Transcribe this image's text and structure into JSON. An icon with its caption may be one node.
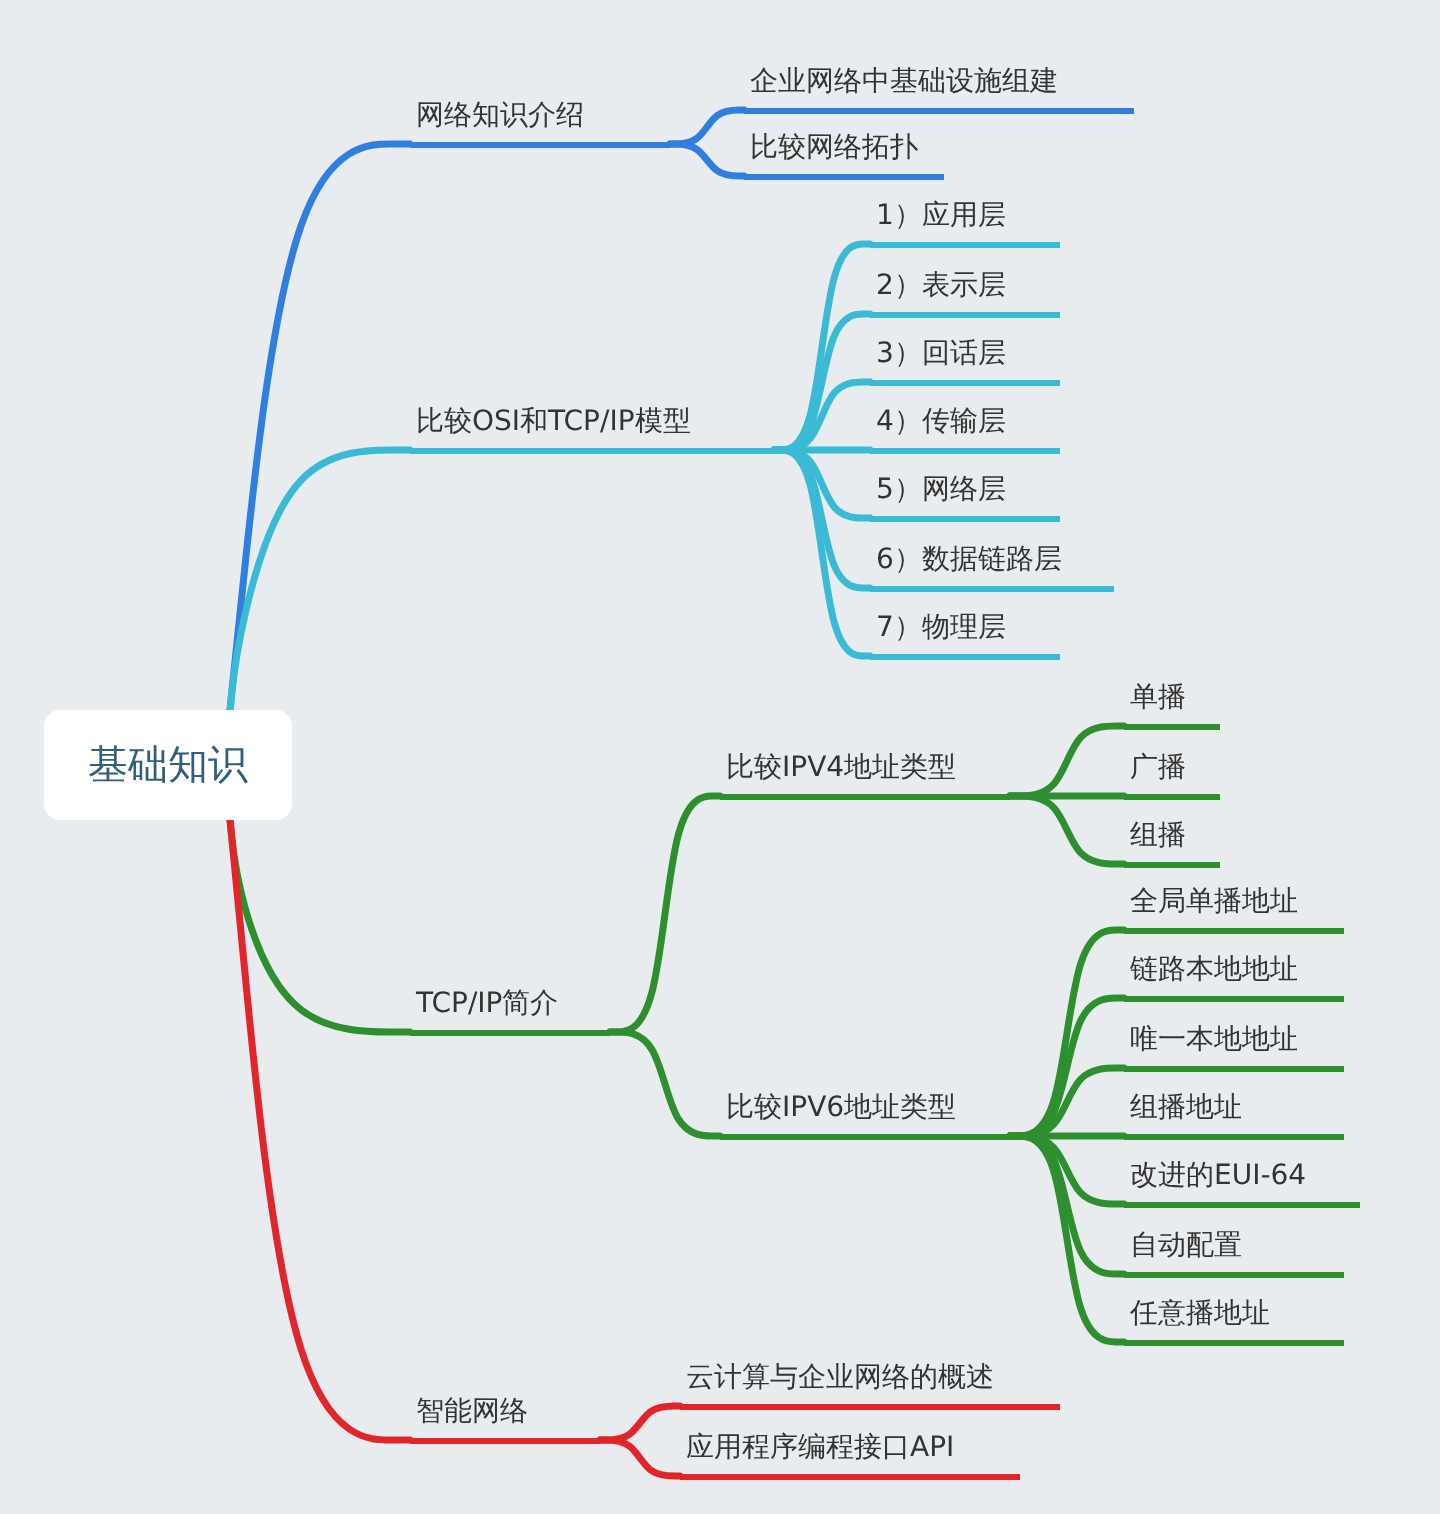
{
  "diagram": {
    "nodes": [
      {
        "text": [
          "基础知识"
        ]
      },
      {
        "text": [
          "网络知识介绍"
        ]
      },
      {
        "text": [
          "企业网络中基础设施组建"
        ]
      },
      {
        "text": [
          "比较网络拓扑"
        ]
      },
      {
        "text": [
          "比较OSI和TCP/IP模型"
        ]
      },
      {
        "text": [
          "1）应用层"
        ]
      },
      {
        "text": [
          "2）表示层"
        ]
      },
      {
        "text": [
          "3）回话层"
        ]
      },
      {
        "text": [
          "4）传输层"
        ]
      },
      {
        "text": [
          "5）网络层"
        ]
      },
      {
        "text": [
          "6）数据链路层"
        ]
      },
      {
        "text": [
          "7）物理层"
        ]
      },
      {
        "text": [
          "TCP/IP简介"
        ]
      },
      {
        "text": [
          "比较IPV4地址类型"
        ]
      },
      {
        "text": [
          "单播"
        ]
      },
      {
        "text": [
          "广播"
        ]
      },
      {
        "text": [
          "组播"
        ]
      },
      {
        "text": [
          "比较IPV6地址类型"
        ]
      },
      {
        "text": [
          "全局单播地址"
        ]
      },
      {
        "text": [
          "链路本地地址"
        ]
      },
      {
        "text": [
          "唯一本地地址"
        ]
      },
      {
        "text": [
          "组播地址"
        ]
      },
      {
        "text": [
          "改进的EUI-64"
        ]
      },
      {
        "text": [
          "自动配置"
        ]
      },
      {
        "text": [
          "任意播地址"
        ]
      },
      {
        "text": [
          "智能网络"
        ]
      },
      {
        "text": [
          "云计算与企业网络的概述"
        ]
      },
      {
        "text": [
          "应用程序编程接口API"
        ]
      }
    ],
    "edges": [
      {
        "from": 0,
        "to": 1,
        "arrow": "none",
        "color": "#2f7fe0"
      },
      {
        "from": 1,
        "to": 2,
        "arrow": "none",
        "color": "#2f7fe0"
      },
      {
        "from": 1,
        "to": 3,
        "arrow": "none",
        "color": "#2f7fe0"
      },
      {
        "from": 0,
        "to": 4,
        "arrow": "none",
        "color": "#3bbad6"
      },
      {
        "from": 4,
        "to": 5,
        "arrow": "none",
        "color": "#3bbad6"
      },
      {
        "from": 4,
        "to": 6,
        "arrow": "none",
        "color": "#3bbad6"
      },
      {
        "from": 4,
        "to": 7,
        "arrow": "none",
        "color": "#3bbad6"
      },
      {
        "from": 4,
        "to": 8,
        "arrow": "none",
        "color": "#3bbad6"
      },
      {
        "from": 4,
        "to": 9,
        "arrow": "none",
        "color": "#3bbad6"
      },
      {
        "from": 4,
        "to": 10,
        "arrow": "none",
        "color": "#3bbad6"
      },
      {
        "from": 4,
        "to": 11,
        "arrow": "none",
        "color": "#3bbad6"
      },
      {
        "from": 0,
        "to": 12,
        "arrow": "none",
        "color": "#2e8f2e"
      },
      {
        "from": 12,
        "to": 13,
        "arrow": "none",
        "color": "#2e8f2e"
      },
      {
        "from": 13,
        "to": 14,
        "arrow": "none",
        "color": "#2e8f2e"
      },
      {
        "from": 13,
        "to": 15,
        "arrow": "none",
        "color": "#2e8f2e"
      },
      {
        "from": 13,
        "to": 16,
        "arrow": "none",
        "color": "#2e8f2e"
      },
      {
        "from": 12,
        "to": 17,
        "arrow": "none",
        "color": "#2e8f2e"
      },
      {
        "from": 17,
        "to": 18,
        "arrow": "none",
        "color": "#2e8f2e"
      },
      {
        "from": 17,
        "to": 19,
        "arrow": "none",
        "color": "#2e8f2e"
      },
      {
        "from": 17,
        "to": 20,
        "arrow": "none",
        "color": "#2e8f2e"
      },
      {
        "from": 17,
        "to": 21,
        "arrow": "none",
        "color": "#2e8f2e"
      },
      {
        "from": 17,
        "to": 22,
        "arrow": "none",
        "color": "#2e8f2e"
      },
      {
        "from": 17,
        "to": 23,
        "arrow": "none",
        "color": "#2e8f2e"
      },
      {
        "from": 17,
        "to": 24,
        "arrow": "none",
        "color": "#2e8f2e"
      },
      {
        "from": 0,
        "to": 25,
        "arrow": "none",
        "color": "#e0262a"
      },
      {
        "from": 25,
        "to": 26,
        "arrow": "none",
        "color": "#e0262a"
      },
      {
        "from": 25,
        "to": 27,
        "arrow": "none",
        "color": "#e0262a"
      }
    ]
  }
}
